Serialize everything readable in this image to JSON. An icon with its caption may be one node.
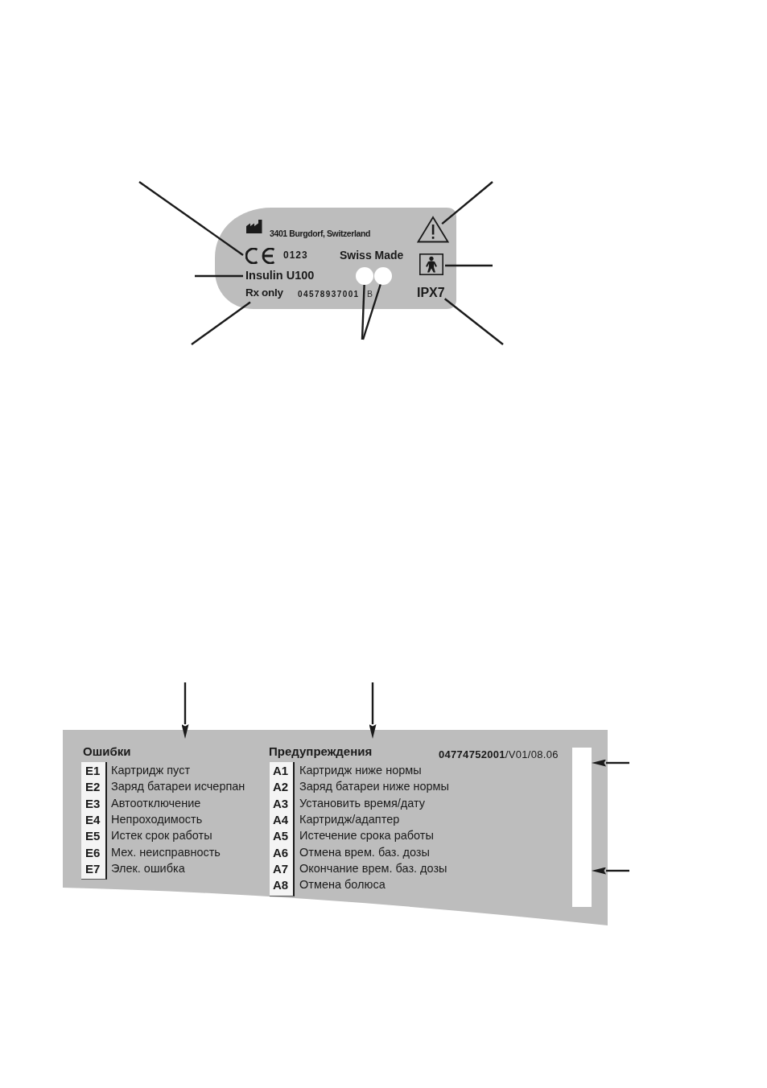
{
  "diagram": {
    "nodes": [
      {
        "text": [
          "3401 Burgdorf, Switzerland",
          "0123",
          "Swiss Made",
          "04578937001",
          "B"
        ]
      },
      {
        "text": [],
        "shape": "picture",
        "in": 0
      },
      {
        "text": [
          "Insulin U100"
        ],
        "in": 0
      },
      {
        "text": [
          "Rx only"
        ],
        "in": 0
      },
      {
        "text": [],
        "shape": "circle",
        "in": 0
      },
      {
        "text": [],
        "shape": "circle",
        "in": 0
      },
      {
        "text": [],
        "shape": "triangle",
        "in": 0
      },
      {
        "text": [],
        "shape": "picture",
        "in": 0
      },
      {
        "text": [
          "IPX7"
        ],
        "in": 0
      },
      {
        "text": [
          "**04774752001**/V01/08.06"
        ]
      },
      {
        "text": [
          "Ошибки",
          "E1",
          "Картридж пуст",
          "E2",
          "Заряд батареи исчерпан",
          "E3",
          "Автоотключение",
          "E4",
          "Непроходимость",
          "E5",
          "Истек срок работы",
          "E6",
          "Мех. неисправность",
          "E7",
          "Элек. ошибка"
        ],
        "in": 9
      },
      {
        "text": [
          "Предупреждения",
          "A1",
          "Картридж ниже нормы",
          "A2",
          "Заряд батареи ниже нормы",
          "A3",
          "Установить время/дату",
          "A4",
          "Картридж/адаптер",
          "A5",
          "Истечение срока работы",
          "A6",
          "Отмена врем. баз. дозы",
          "A7",
          "Окончание врем. баз. дозы",
          "A8",
          "Отмена болюса"
        ],
        "in": 9
      },
      {
        "text": [],
        "shape": "box",
        "in": 9
      }
    ],
    "edges": [
      {
        "from": null,
        "to": 1,
        "arrow": "none"
      },
      {
        "from": null,
        "to": 2,
        "arrow": "none"
      },
      {
        "from": null,
        "to": 3,
        "arrow": "none"
      },
      {
        "from": null,
        "to": 4,
        "arrow": "none"
      },
      {
        "from": null,
        "to": 5,
        "arrow": "none"
      },
      {
        "from": null,
        "to": 6,
        "arrow": "none"
      },
      {
        "from": null,
        "to": 7,
        "arrow": "none"
      },
      {
        "from": null,
        "to": 8,
        "arrow": "none"
      },
      {
        "from": null,
        "to": 10,
        "arrow": "to"
      },
      {
        "from": null,
        "to": 11,
        "arrow": "to"
      },
      {
        "from": null,
        "to": 12,
        "arrow": "to"
      },
      {
        "from": null,
        "to": 12,
        "arrow": "to"
      }
    ]
  }
}
